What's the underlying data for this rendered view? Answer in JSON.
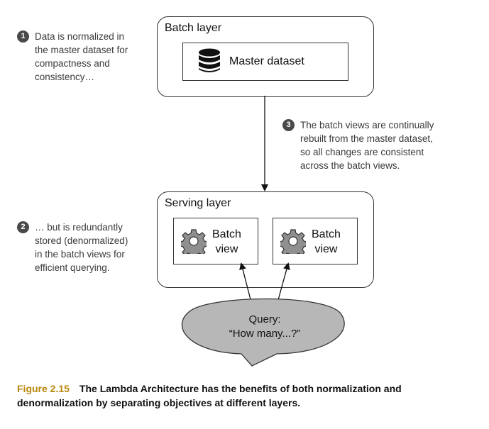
{
  "annotations": [
    {
      "number": "1",
      "text": "Data is normalized in\nthe master dataset for\ncompactness and\nconsistency…"
    },
    {
      "number": "2",
      "text": "… but is redundantly\nstored (denormalized)\nin the batch views for\nefficient querying."
    },
    {
      "number": "3",
      "text": "The batch views are continually\nrebuilt from the master dataset,\nso all changes are consistent\nacross the batch views."
    }
  ],
  "batch_layer": {
    "title": "Batch layer",
    "dataset_label": "Master dataset",
    "icon": "database-icon"
  },
  "serving_layer": {
    "title": "Serving layer",
    "views": [
      {
        "label": "Batch\nview",
        "icon": "gear-icon"
      },
      {
        "label": "Batch\nview",
        "icon": "gear-icon"
      }
    ]
  },
  "query": {
    "label": "Query:\n“How many...?”"
  },
  "caption": {
    "figure_label": "Figure 2.15",
    "text": "The Lambda Architecture has the benefits of both normalization and denormalization by separating objectives at different layers."
  }
}
